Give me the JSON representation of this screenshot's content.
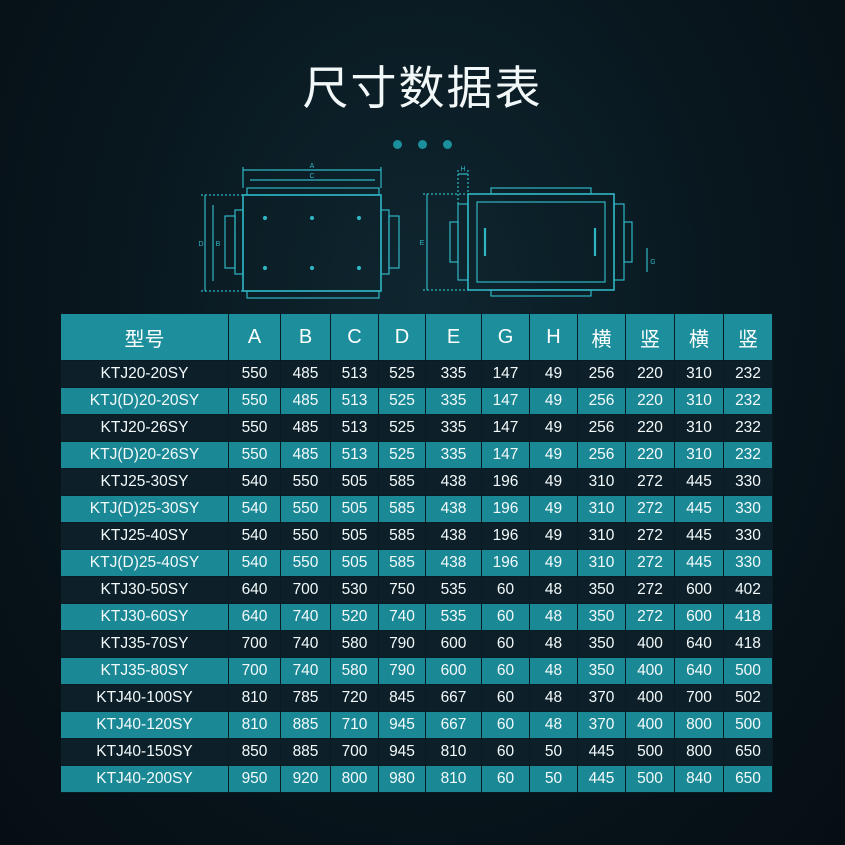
{
  "title": "尺寸数据表",
  "accent_color": "#1d8e9b",
  "diagram": {
    "front_labels": [
      "A",
      "C",
      "B",
      "D"
    ],
    "side_labels": [
      "H",
      "E",
      "G"
    ]
  },
  "table": {
    "headers": [
      "型号",
      "A",
      "B",
      "C",
      "D",
      "E",
      "G",
      "H",
      "横",
      "竖",
      "横",
      "竖"
    ],
    "rows": [
      [
        "KTJ20-20SY",
        "550",
        "485",
        "513",
        "525",
        "335",
        "147",
        "49",
        "256",
        "220",
        "310",
        "232"
      ],
      [
        "KTJ(D)20-20SY",
        "550",
        "485",
        "513",
        "525",
        "335",
        "147",
        "49",
        "256",
        "220",
        "310",
        "232"
      ],
      [
        "KTJ20-26SY",
        "550",
        "485",
        "513",
        "525",
        "335",
        "147",
        "49",
        "256",
        "220",
        "310",
        "232"
      ],
      [
        "KTJ(D)20-26SY",
        "550",
        "485",
        "513",
        "525",
        "335",
        "147",
        "49",
        "256",
        "220",
        "310",
        "232"
      ],
      [
        "KTJ25-30SY",
        "540",
        "550",
        "505",
        "585",
        "438",
        "196",
        "49",
        "310",
        "272",
        "445",
        "330"
      ],
      [
        "KTJ(D)25-30SY",
        "540",
        "550",
        "505",
        "585",
        "438",
        "196",
        "49",
        "310",
        "272",
        "445",
        "330"
      ],
      [
        "KTJ25-40SY",
        "540",
        "550",
        "505",
        "585",
        "438",
        "196",
        "49",
        "310",
        "272",
        "445",
        "330"
      ],
      [
        "KTJ(D)25-40SY",
        "540",
        "550",
        "505",
        "585",
        "438",
        "196",
        "49",
        "310",
        "272",
        "445",
        "330"
      ],
      [
        "KTJ30-50SY",
        "640",
        "700",
        "530",
        "750",
        "535",
        "60",
        "48",
        "350",
        "272",
        "600",
        "402"
      ],
      [
        "KTJ30-60SY",
        "640",
        "740",
        "520",
        "740",
        "535",
        "60",
        "48",
        "350",
        "272",
        "600",
        "418"
      ],
      [
        "KTJ35-70SY",
        "700",
        "740",
        "580",
        "790",
        "600",
        "60",
        "48",
        "350",
        "400",
        "640",
        "418"
      ],
      [
        "KTJ35-80SY",
        "700",
        "740",
        "580",
        "790",
        "600",
        "60",
        "48",
        "350",
        "400",
        "640",
        "500"
      ],
      [
        "KTJ40-100SY",
        "810",
        "785",
        "720",
        "845",
        "667",
        "60",
        "48",
        "370",
        "400",
        "700",
        "502"
      ],
      [
        "KTJ40-120SY",
        "810",
        "885",
        "710",
        "945",
        "667",
        "60",
        "48",
        "370",
        "400",
        "800",
        "500"
      ],
      [
        "KTJ40-150SY",
        "850",
        "885",
        "700",
        "945",
        "810",
        "60",
        "50",
        "445",
        "500",
        "800",
        "650"
      ],
      [
        "KTJ40-200SY",
        "950",
        "920",
        "800",
        "980",
        "810",
        "60",
        "50",
        "445",
        "500",
        "840",
        "650"
      ]
    ]
  }
}
